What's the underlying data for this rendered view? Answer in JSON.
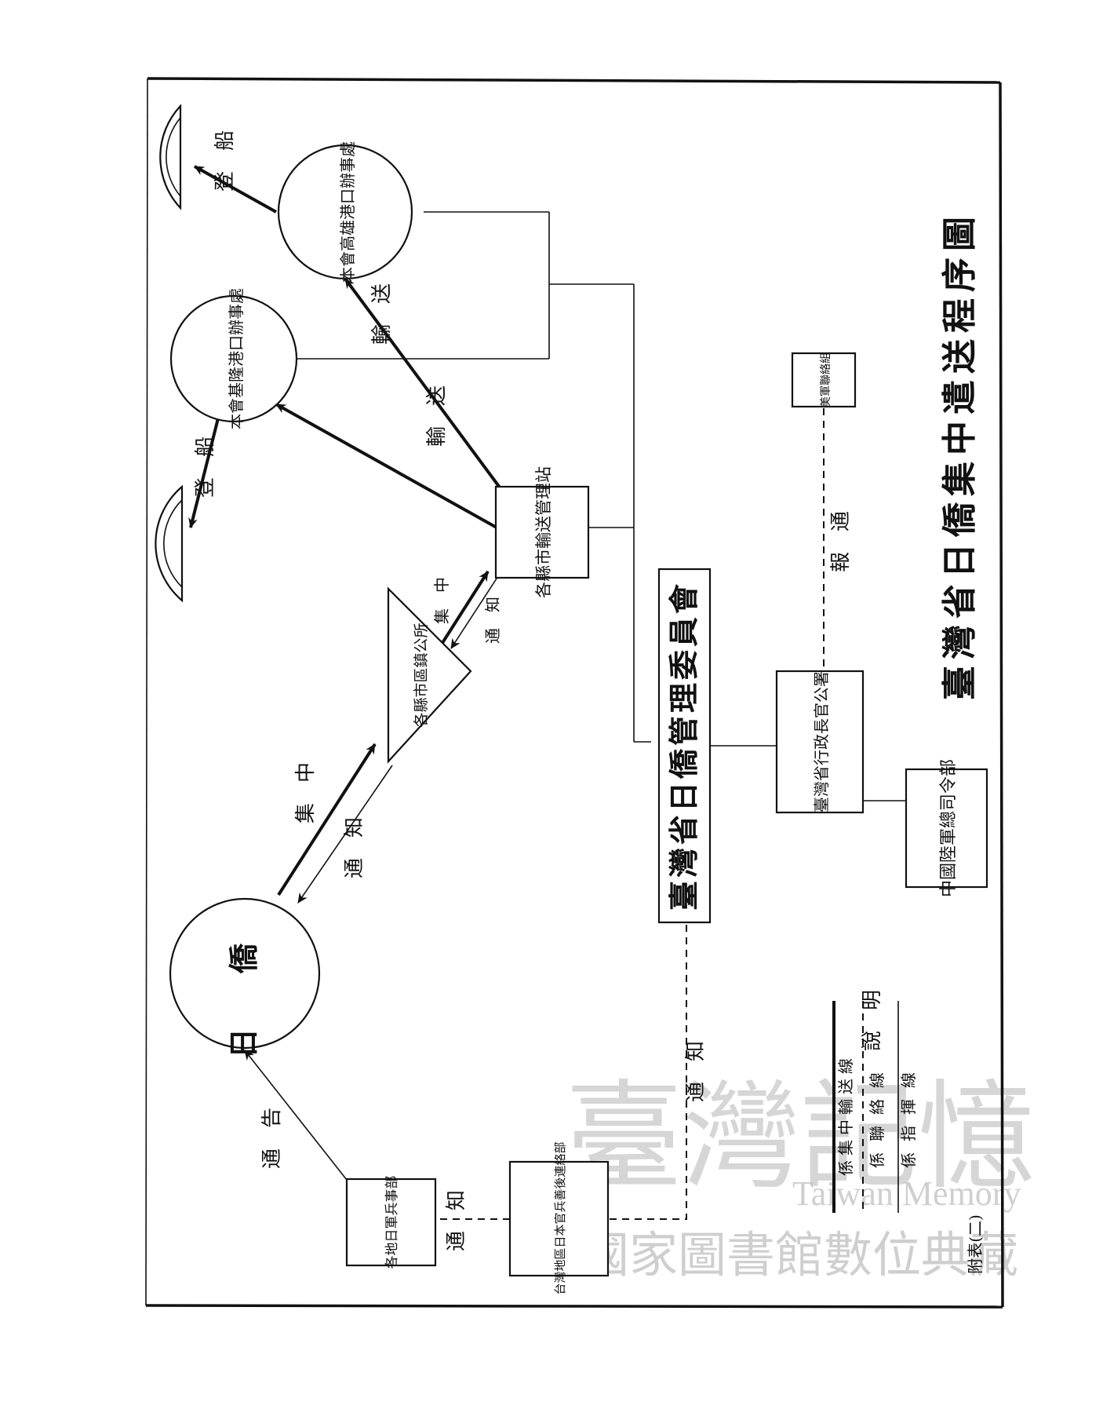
{
  "document": {
    "title": "臺灣省日僑集中遣送程序圖",
    "appendix_label": "附表(二)",
    "orientation_note": "rotated"
  },
  "nodes": {
    "committee": "臺灣省日僑管理委員會",
    "governor_office": "臺灣省行政長官公署",
    "army_hq": "中國陸軍總司令部",
    "us_liaison": "美軍聯絡組",
    "transport_station": "各縣市輸送管理站",
    "district_office": "各縣市區鎮公所",
    "japanese_residents": "日僑",
    "kaohsiung_port": "本會高雄港口辦事處",
    "keelung_port": "本會基隆港口辦事處",
    "liaison_dept": "台灣地區日本官兵善後連絡部",
    "military_affairs": "各地日軍兵事部"
  },
  "edge_labels": {
    "report": "報　通",
    "notify_main": "通　知",
    "concentrate_1": "集　中",
    "notify_1": "通　知",
    "concentrate_2": "集　中",
    "notify_2": "通　知",
    "transport_1": "輸　送",
    "transport_2": "輸　送",
    "board_1": "登　船",
    "board_2": "登　船",
    "notify_bottom": "通　知",
    "summon": "通　告"
  },
  "legend": {
    "heading": "說　明",
    "items": [
      {
        "style": "thin",
        "label": "係指揮線"
      },
      {
        "style": "dashed",
        "label": "係聯絡線"
      },
      {
        "style": "bold",
        "label": "係集中輸送線"
      }
    ]
  },
  "watermark": {
    "calligraphy": "臺灣記憶",
    "english": "Taiwan Memory",
    "institution": "國家圖書館數位典藏"
  }
}
